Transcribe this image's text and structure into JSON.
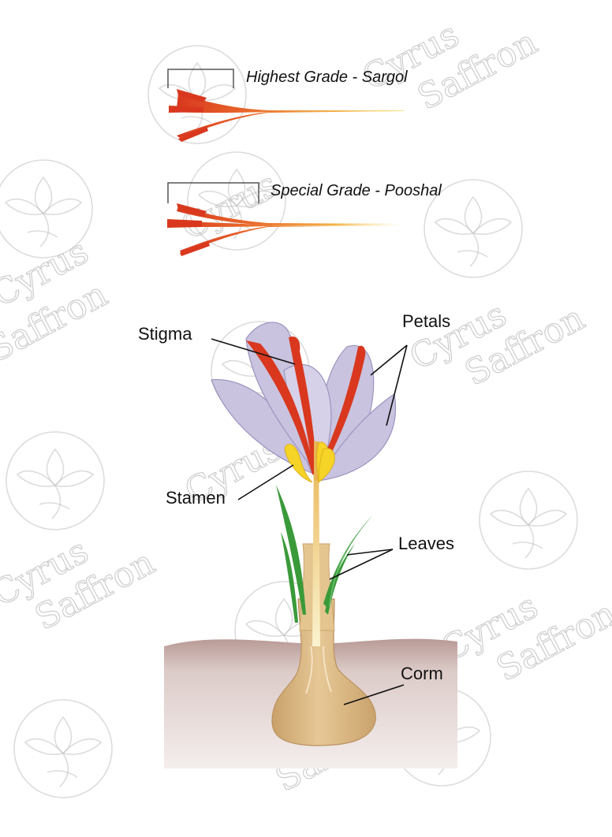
{
  "grades": [
    {
      "label": "Highest Grade - Sargol"
    },
    {
      "label": "Special Grade - Pooshal"
    }
  ],
  "parts": {
    "stigma": "Stigma",
    "petals": "Petals",
    "stamen": "Stamen",
    "leaves": "Leaves",
    "corm": "Corm"
  },
  "watermark": {
    "line1": "Cyrus",
    "line2": "Saffron"
  },
  "colors": {
    "stigma_red": "#d9381e",
    "style_yellow": "#f3d56a",
    "petal_lavender": "#c9c3df",
    "petal_stroke": "#9c94bf",
    "stamen_yellow": "#f5d327",
    "leaf_green": "#3a9a3a",
    "corm_tan": "#dcb987",
    "soil": "#c9b0aa"
  }
}
